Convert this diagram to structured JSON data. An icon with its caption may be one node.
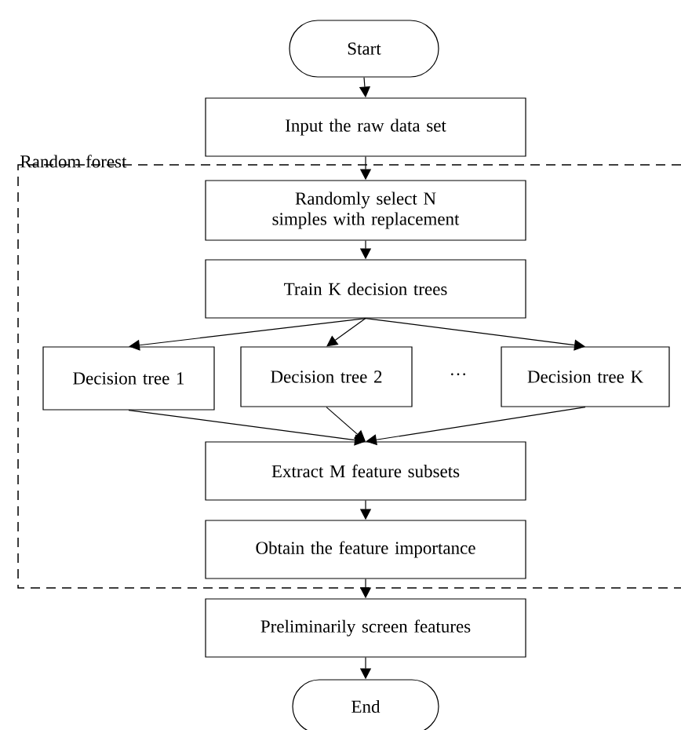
{
  "diagram": {
    "nodes": [
      {
        "text": [
          "Start"
        ]
      },
      {
        "text": [
          "Input the raw data set"
        ]
      },
      {
        "text": [
          "Random forest"
        ]
      },
      {
        "text": [
          "Randomly select N simples with replacement"
        ],
        "in": 2
      },
      {
        "text": [
          "Train K decision trees"
        ],
        "in": 2
      },
      {
        "text": [
          "Decision tree 1"
        ],
        "in": 2
      },
      {
        "text": [
          "Decision tree 2"
        ],
        "in": 2
      },
      {
        "text": [
          "Decision tree K"
        ],
        "in": 2
      },
      {
        "text": [
          "Extract M feature subsets"
        ],
        "in": 2
      },
      {
        "text": [
          "Obtain the feature importance"
        ],
        "in": 2
      },
      {
        "text": [
          "Preliminarily screen features"
        ]
      },
      {
        "text": [
          "End"
        ]
      }
    ],
    "edges": [
      {
        "from": 0,
        "to": 1,
        "arrow": "to"
      },
      {
        "from": 1,
        "to": 3,
        "arrow": "to"
      },
      {
        "from": 3,
        "to": 4,
        "arrow": "to"
      },
      {
        "from": 4,
        "to": 5,
        "arrow": "to"
      },
      {
        "from": 4,
        "to": 6,
        "arrow": "to"
      },
      {
        "from": 4,
        "to": 7,
        "arrow": "to"
      },
      {
        "from": 5,
        "to": 8,
        "arrow": "to"
      },
      {
        "from": 6,
        "to": 8,
        "arrow": "to"
      },
      {
        "from": 7,
        "to": 8,
        "arrow": "to"
      },
      {
        "from": 8,
        "to": 9,
        "arrow": "to"
      },
      {
        "from": 9,
        "to": 10,
        "arrow": "to"
      },
      {
        "from": 10,
        "to": 11,
        "arrow": "to"
      }
    ],
    "labels": [
      "···"
    ]
  }
}
